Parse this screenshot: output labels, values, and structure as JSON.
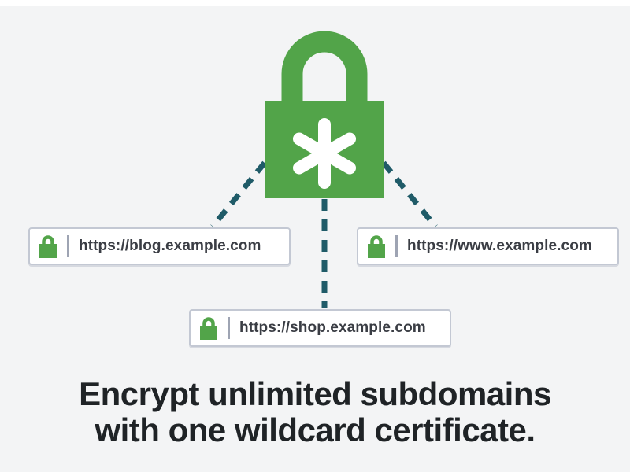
{
  "colors": {
    "lock_green": "#52a449",
    "connector": "#1f5b68",
    "background": "#f3f4f5",
    "text_dark": "#1f2326"
  },
  "icons": {
    "main": "wildcard-padlock-icon",
    "bar": "padlock-icon"
  },
  "urls": {
    "blog": "https://blog.example.com",
    "www": "https://www.example.com",
    "shop": "https://shop.example.com"
  },
  "headline": {
    "line1": "Encrypt unlimited subdomains",
    "line2": "with one wildcard certificate."
  }
}
